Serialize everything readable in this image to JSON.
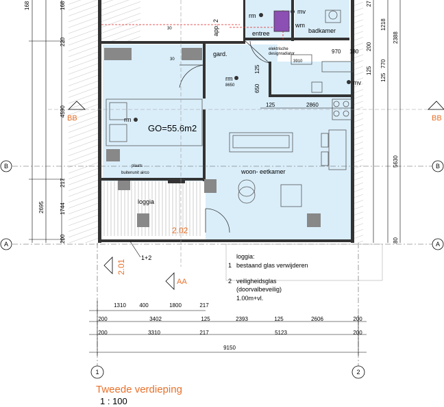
{
  "plan": {
    "rooms": {
      "badkamer": "badkamer",
      "entree": "entree",
      "wm": "wm",
      "gard": "gard.",
      "woon_eetkamer": "woon- eetkamer",
      "loggia": "loggia"
    },
    "annotations": {
      "app": "app. 2",
      "rm": "rm",
      "mv": "mv",
      "rm_code": "8650",
      "radiator_line1": "elektrische",
      "radiator_line2": "designradiator",
      "radiator_code": "3910",
      "airco_line1": "plaats",
      "airco_line2": "buitenunit airco",
      "area": "GO=55.6m2",
      "height_201": "2.01",
      "height_202": "2.02",
      "small_30": "30"
    },
    "section_labels": {
      "bb": "BB",
      "aa": "AA"
    },
    "grid_labels": {
      "a": "A",
      "b": "B",
      "g1": "1",
      "g2": "2"
    },
    "inner_dims": {
      "d970": "970",
      "d180": "180",
      "d650": "650",
      "d125": "125",
      "d2860": "2860",
      "d125b": "125"
    },
    "left_dims": {
      "d168": "168",
      "d220": "220",
      "d4590": "4590",
      "d217": "217",
      "d2695": "2695",
      "d1744": "1744",
      "d200": "200"
    },
    "right_dims": {
      "d27": "27",
      "d1218": "1218",
      "d2388": "2388",
      "d200": "200",
      "d770": "770",
      "d125": "125",
      "d125b": "125",
      "d5630": "5630",
      "d80": "80"
    },
    "legend": {
      "marker": "1+2",
      "title": "loggia:",
      "item1_num": "1",
      "item1_text": "bestaand glas verwijderen",
      "item2_num": "2",
      "item2_line1": "veiligheidsglas",
      "item2_line2": "(doorvalbeveilig)",
      "item2_line3": "1.00m+vl."
    },
    "bottom_dims": {
      "row1": [
        "1310",
        "400",
        "1800",
        "217"
      ],
      "row2": [
        "200",
        "3402",
        "125",
        "2393",
        "125",
        "2606",
        "200"
      ],
      "row3": [
        "200",
        "3310",
        "217",
        "5123",
        "200"
      ],
      "total": "9150"
    },
    "caption": {
      "title": "Tweede verdieping",
      "scale": "1 : 100"
    }
  },
  "colors": {
    "room_fill": "#daeefa",
    "accent": "#e8702a",
    "wall": "#000000",
    "red_dim": "#e0201c",
    "dim_line": "#000000"
  }
}
